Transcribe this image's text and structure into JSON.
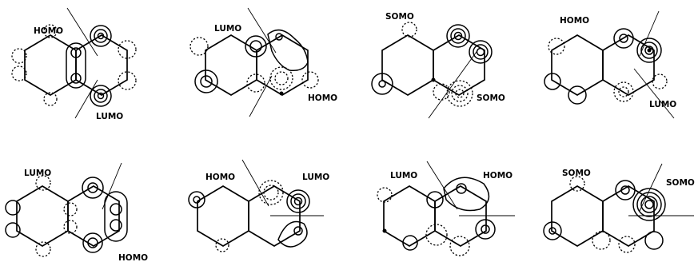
{
  "figure": {
    "panels": [
      {
        "name": "panel-1",
        "labels": [
          "HOMO",
          "LUMO"
        ]
      },
      {
        "name": "panel-2",
        "labels": [
          "LUMO",
          "HOMO"
        ]
      },
      {
        "name": "panel-3",
        "labels": [
          "SOMO",
          "SOMO"
        ]
      },
      {
        "name": "panel-4",
        "labels": [
          "HOMO",
          "LUMO"
        ]
      },
      {
        "name": "panel-5",
        "labels": [
          "LUMO",
          "HOMO"
        ]
      },
      {
        "name": "panel-6",
        "labels": [
          "HOMO",
          "LUMO"
        ]
      },
      {
        "name": "panel-7",
        "labels": [
          "LUMO",
          "HOMO"
        ]
      },
      {
        "name": "panel-8",
        "labels": [
          "SOMO",
          "SOMO"
        ]
      }
    ]
  }
}
